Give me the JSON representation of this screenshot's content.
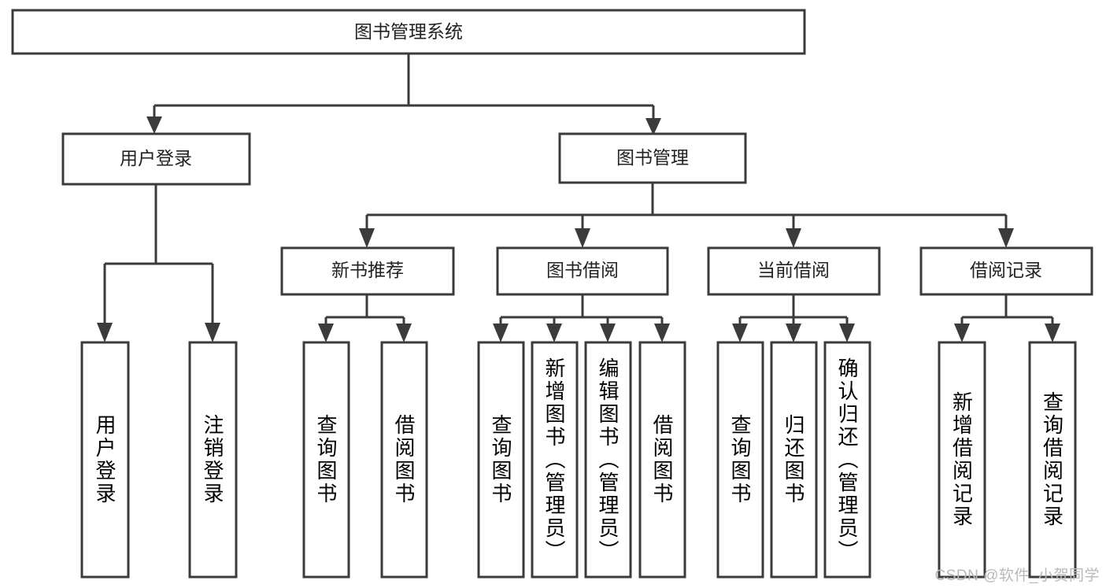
{
  "diagram": {
    "type": "tree-hierarchy",
    "title": "图书管理系统",
    "watermark": "CSDN @软件_小贺同学",
    "colors": {
      "stroke": "#3b3b3b",
      "fill": "#ffffff",
      "text": "#222222",
      "watermark": "#b9b9b9",
      "background": "#ffffff"
    },
    "levels": {
      "root": {
        "label": "图书管理系统"
      },
      "level1": [
        {
          "label": "用户登录"
        },
        {
          "label": "图书管理"
        }
      ],
      "level2": [
        {
          "label": "新书推荐"
        },
        {
          "label": "图书借阅"
        },
        {
          "label": "当前借阅"
        },
        {
          "label": "借阅记录"
        }
      ],
      "leaves": {
        "user_login": [
          {
            "label": "用户登录"
          },
          {
            "label": "注销登录"
          }
        ],
        "new_book_recommend": [
          {
            "label": "查询图书"
          },
          {
            "label": "借阅图书"
          }
        ],
        "book_borrow": [
          {
            "label": "查询图书"
          },
          {
            "label": "新增图书（管理员）"
          },
          {
            "label": "编辑图书（管理员）"
          },
          {
            "label": "借阅图书"
          }
        ],
        "current_borrow": [
          {
            "label": "查询图书"
          },
          {
            "label": "归还图书"
          },
          {
            "label": "确认归还（管理员）"
          }
        ],
        "borrow_record": [
          {
            "label": "新增借阅记录"
          },
          {
            "label": "查询借阅记录"
          }
        ]
      }
    }
  }
}
